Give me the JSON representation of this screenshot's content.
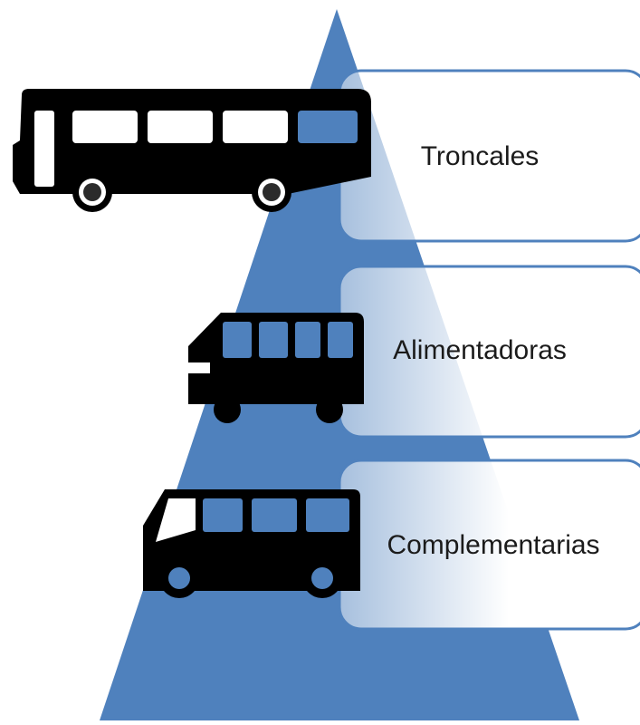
{
  "diagram": {
    "levels": [
      {
        "label": "Troncales",
        "icon": "large-bus-icon"
      },
      {
        "label": "Alimentadoras",
        "icon": "medium-bus-icon"
      },
      {
        "label": "Complementarias",
        "icon": "minibus-icon"
      }
    ],
    "colors": {
      "pyramid": "#4f81bd",
      "box_border": "#4f81bd",
      "box_fill": "#ffffff",
      "vehicle": "#000000"
    }
  }
}
